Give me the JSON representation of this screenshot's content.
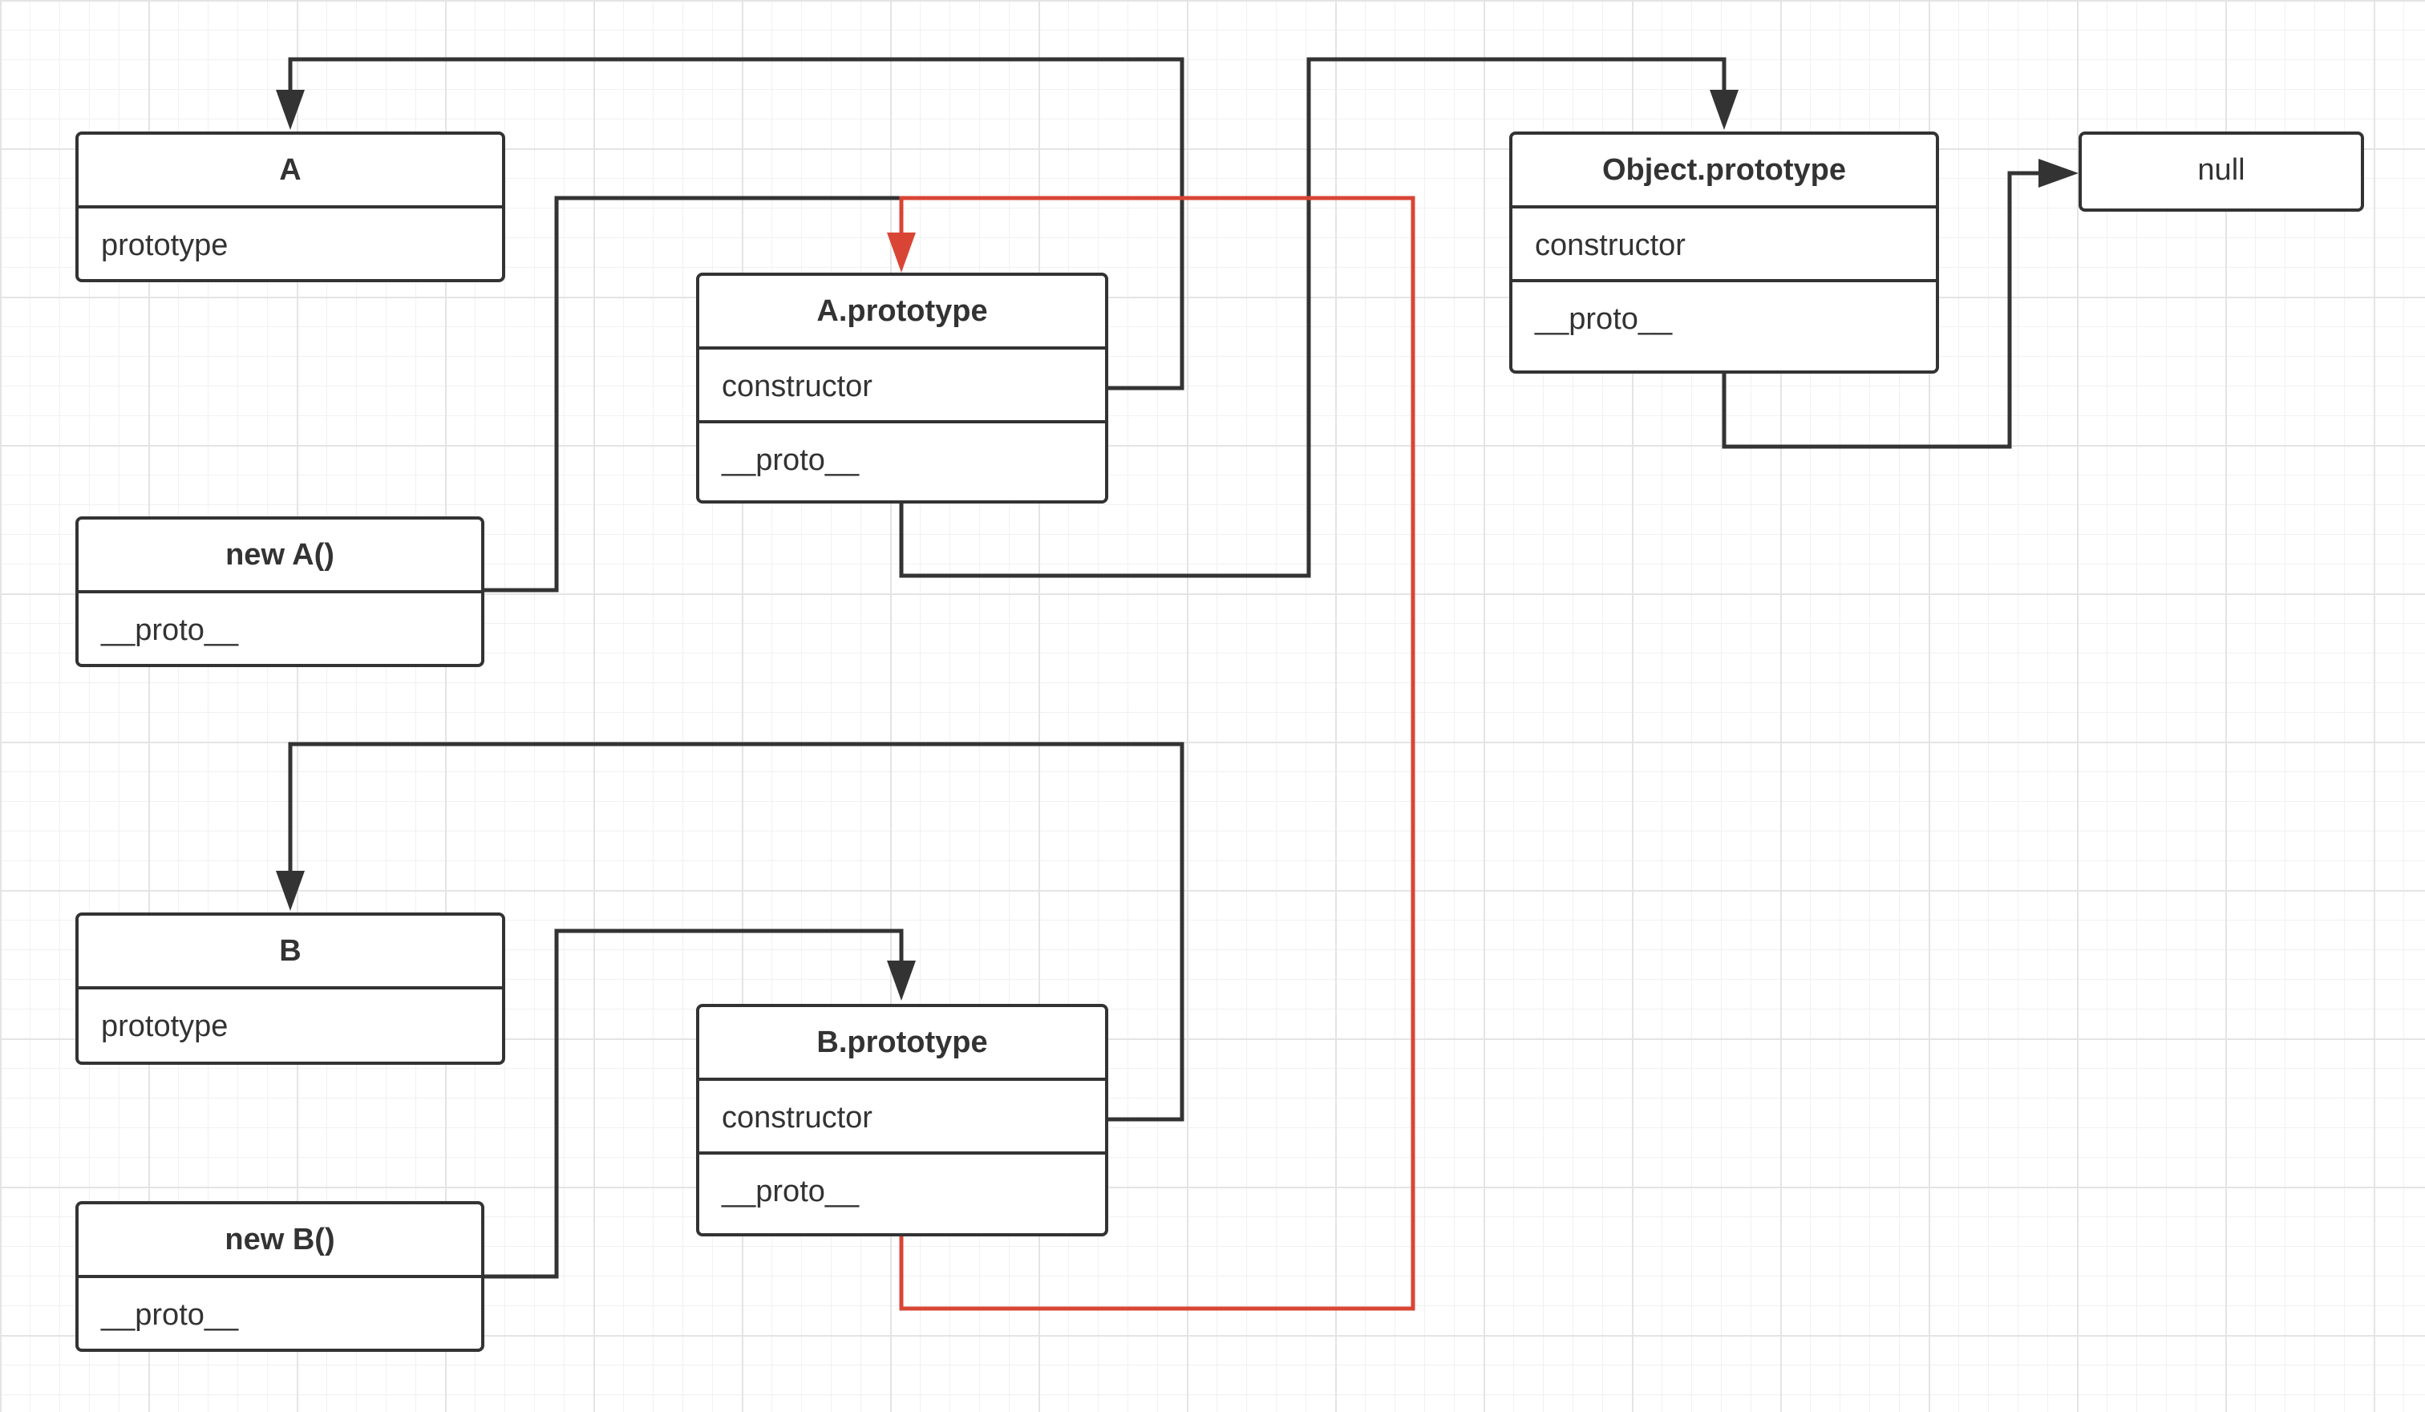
{
  "colors": {
    "line": "#333333",
    "highlight": "#d94535",
    "node_border": "#333333",
    "text": "#333333"
  },
  "nodes": {
    "A": {
      "title": "A",
      "fields": [
        "prototype"
      ]
    },
    "A_prototype": {
      "title": "A.prototype",
      "fields": [
        "constructor",
        "__proto__"
      ]
    },
    "new_A": {
      "title": "new A()",
      "fields": [
        "__proto__"
      ]
    },
    "Object_prototype": {
      "title": "Object.prototype",
      "fields": [
        "constructor",
        "__proto__"
      ]
    },
    "null": {
      "title": "null"
    },
    "B": {
      "title": "B",
      "fields": [
        "prototype"
      ]
    },
    "B_prototype": {
      "title": "B.prototype",
      "fields": [
        "constructor",
        "__proto__"
      ]
    },
    "new_B": {
      "title": "new B()",
      "fields": [
        "__proto__"
      ]
    }
  },
  "edges": [
    {
      "from": "A.prototype.constructor",
      "to": "A",
      "highlighted": false
    },
    {
      "from": "new A().__proto__",
      "to": "A.prototype",
      "highlighted": false
    },
    {
      "from": "A.prototype.__proto__",
      "to": "Object.prototype",
      "highlighted": false
    },
    {
      "from": "Object.prototype.__proto__",
      "to": "null",
      "highlighted": false
    },
    {
      "from": "B.prototype.constructor",
      "to": "B",
      "highlighted": false
    },
    {
      "from": "new B().__proto__",
      "to": "B.prototype",
      "highlighted": false
    },
    {
      "from": "B.prototype.__proto__",
      "to": "A.prototype",
      "highlighted": true
    }
  ]
}
